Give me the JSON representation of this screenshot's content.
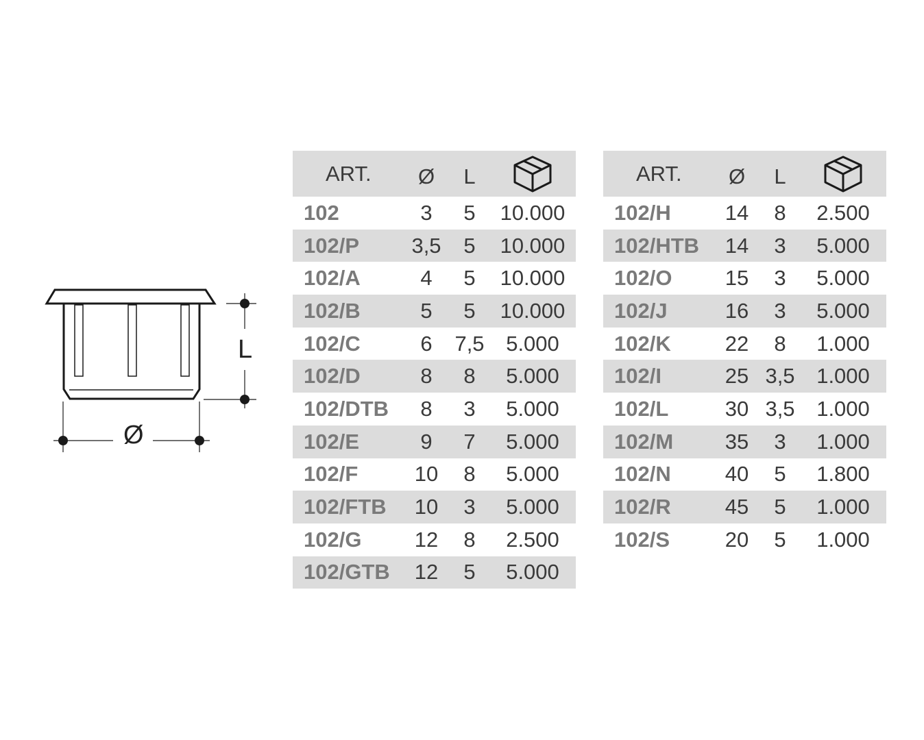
{
  "drawing": {
    "dimension_length": "L",
    "dimension_diameter": "Ø"
  },
  "tables": [
    {
      "header": {
        "art": "ART.",
        "diameter": "Ø",
        "length": "L",
        "package_icon": "box-icon"
      },
      "rows": [
        {
          "art": "102",
          "d": "3",
          "l": "5",
          "qty": "10.000"
        },
        {
          "art": "102/P",
          "d": "3,5",
          "l": "5",
          "qty": "10.000"
        },
        {
          "art": "102/A",
          "d": "4",
          "l": "5",
          "qty": "10.000"
        },
        {
          "art": "102/B",
          "d": "5",
          "l": "5",
          "qty": "10.000"
        },
        {
          "art": "102/C",
          "d": "6",
          "l": "7,5",
          "qty": "5.000"
        },
        {
          "art": "102/D",
          "d": "8",
          "l": "8",
          "qty": "5.000"
        },
        {
          "art": "102/DTB",
          "d": "8",
          "l": "3",
          "qty": "5.000"
        },
        {
          "art": "102/E",
          "d": "9",
          "l": "7",
          "qty": "5.000"
        },
        {
          "art": "102/F",
          "d": "10",
          "l": "8",
          "qty": "5.000"
        },
        {
          "art": "102/FTB",
          "d": "10",
          "l": "3",
          "qty": "5.000"
        },
        {
          "art": "102/G",
          "d": "12",
          "l": "8",
          "qty": "2.500"
        },
        {
          "art": "102/GTB",
          "d": "12",
          "l": "5",
          "qty": "5.000"
        }
      ]
    },
    {
      "header": {
        "art": "ART.",
        "diameter": "Ø",
        "length": "L",
        "package_icon": "box-icon"
      },
      "rows": [
        {
          "art": "102/H",
          "d": "14",
          "l": "8",
          "qty": "2.500"
        },
        {
          "art": "102/HTB",
          "d": "14",
          "l": "3",
          "qty": "5.000"
        },
        {
          "art": "102/O",
          "d": "15",
          "l": "3",
          "qty": "5.000"
        },
        {
          "art": "102/J",
          "d": "16",
          "l": "3",
          "qty": "5.000"
        },
        {
          "art": "102/K",
          "d": "22",
          "l": "8",
          "qty": "1.000"
        },
        {
          "art": "102/I",
          "d": "25",
          "l": "3,5",
          "qty": "1.000"
        },
        {
          "art": "102/L",
          "d": "30",
          "l": "3,5",
          "qty": "1.000"
        },
        {
          "art": "102/M",
          "d": "35",
          "l": "3",
          "qty": "1.000"
        },
        {
          "art": "102/N",
          "d": "40",
          "l": "5",
          "qty": "1.800"
        },
        {
          "art": "102/R",
          "d": "45",
          "l": "5",
          "qty": "1.000"
        },
        {
          "art": "102/S",
          "d": "20",
          "l": "5",
          "qty": "1.000"
        }
      ]
    }
  ]
}
